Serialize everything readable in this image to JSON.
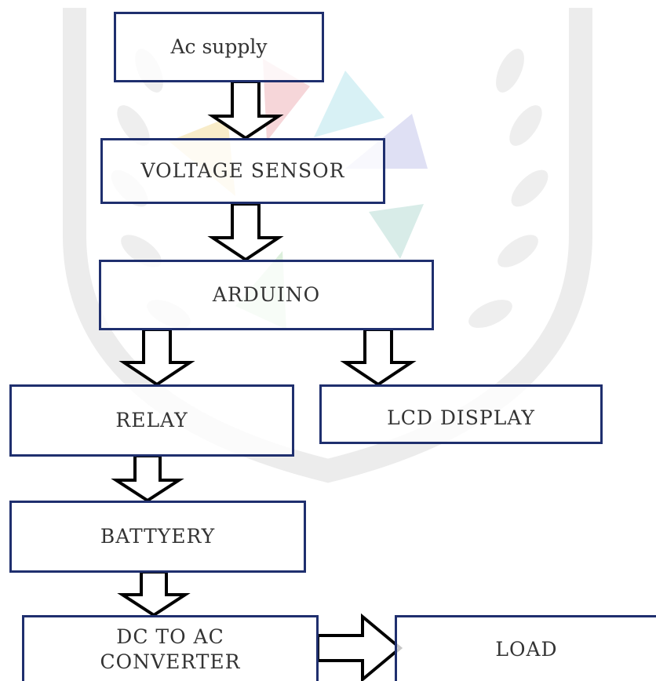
{
  "diagram": {
    "nodes": {
      "ac_supply": "Ac supply",
      "voltage_sensor": "VOLTAGE SENSOR",
      "arduino": "ARDUINO",
      "relay": "RELAY",
      "lcd_display": "LCD DISPLAY",
      "battery": "BATTYERY",
      "dc_to_ac_line1": "DC TO AC",
      "dc_to_ac_line2": "CONVERTER",
      "load": "LOAD"
    },
    "edges": [
      [
        "ac_supply",
        "voltage_sensor"
      ],
      [
        "voltage_sensor",
        "arduino"
      ],
      [
        "arduino",
        "relay"
      ],
      [
        "arduino",
        "lcd_display"
      ],
      [
        "relay",
        "battery"
      ],
      [
        "battery",
        "dc_to_ac"
      ],
      [
        "dc_to_ac",
        "load"
      ]
    ]
  },
  "colors": {
    "box_border": "#1f2f6e",
    "text": "#333333",
    "arrow_stroke": "#000000",
    "watermark": "#e6e6e6"
  }
}
